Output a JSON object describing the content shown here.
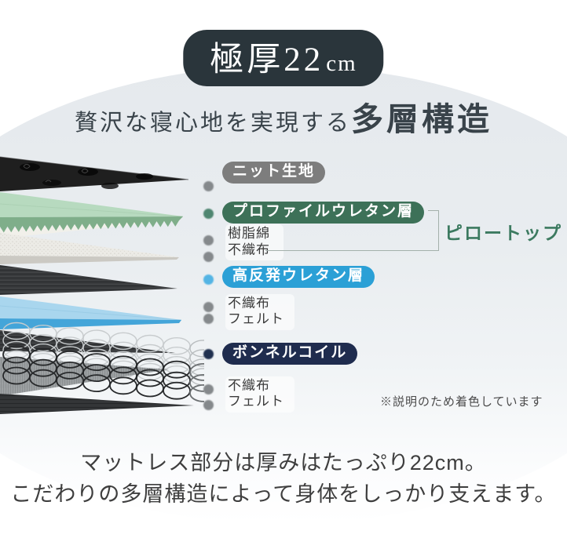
{
  "top_badge": {
    "main": "極厚22",
    "unit": "cm",
    "full_text": "極厚22cm",
    "bg": "#2a353b"
  },
  "heading": {
    "prefix": "贅沢な寝心地を実現する",
    "emphasis": "多層構造"
  },
  "layers": [
    {
      "label": "ニット生地",
      "style": "badge",
      "badge_color": "#7d7d7d",
      "dot": "#85898c"
    },
    {
      "label": "プロファイルウレタン層",
      "style": "badge",
      "badge_color": "#3d7158",
      "dot": "#4f8671"
    },
    {
      "label": "樹脂綿",
      "style": "plain",
      "dot": "#85898c"
    },
    {
      "label": "不織布",
      "style": "plain",
      "dot": "#85898c"
    },
    {
      "label": "高反発ウレタン層",
      "style": "badge",
      "badge_color": "#2ba0d6",
      "dot": "#54b4e4"
    },
    {
      "label": "不織布",
      "style": "plain",
      "dot": "#85898c"
    },
    {
      "label": "フェルト",
      "style": "plain",
      "dot": "#85898c"
    },
    {
      "label": "ボンネルコイル",
      "style": "badge",
      "badge_color": "#1f2c4e",
      "dot": "#20304f"
    },
    {
      "label": "不織布",
      "style": "plain",
      "dot": "#85898c"
    },
    {
      "label": "フェルト",
      "style": "plain",
      "dot": "#85898c"
    }
  ],
  "pillow_top": {
    "label": "ピロートップ",
    "color": "#3c7a60"
  },
  "note": "※説明のため着色しています",
  "footer": {
    "line1": "マットレス部分は厚みはたっぷり22cm。",
    "line2": "こだわりの多層構造によって身体をしっかり支えます。"
  },
  "colors": {
    "circle_background": "#e7ebee",
    "layer_knit": "#1f1f1f",
    "layer_green_top": "#b7dabf",
    "layer_green_front": "#7fae8a",
    "layer_resin_cotton": "#ecebe6",
    "layer_nonwoven_dark": "#3a3c3e",
    "layer_blue_top": "#a9d6ee",
    "layer_blue_front": "#44a5d9",
    "layer_felt_gray": "#9b9fa1",
    "coil_light": "#c7cbcd",
    "coil_dark": "#27292b"
  }
}
